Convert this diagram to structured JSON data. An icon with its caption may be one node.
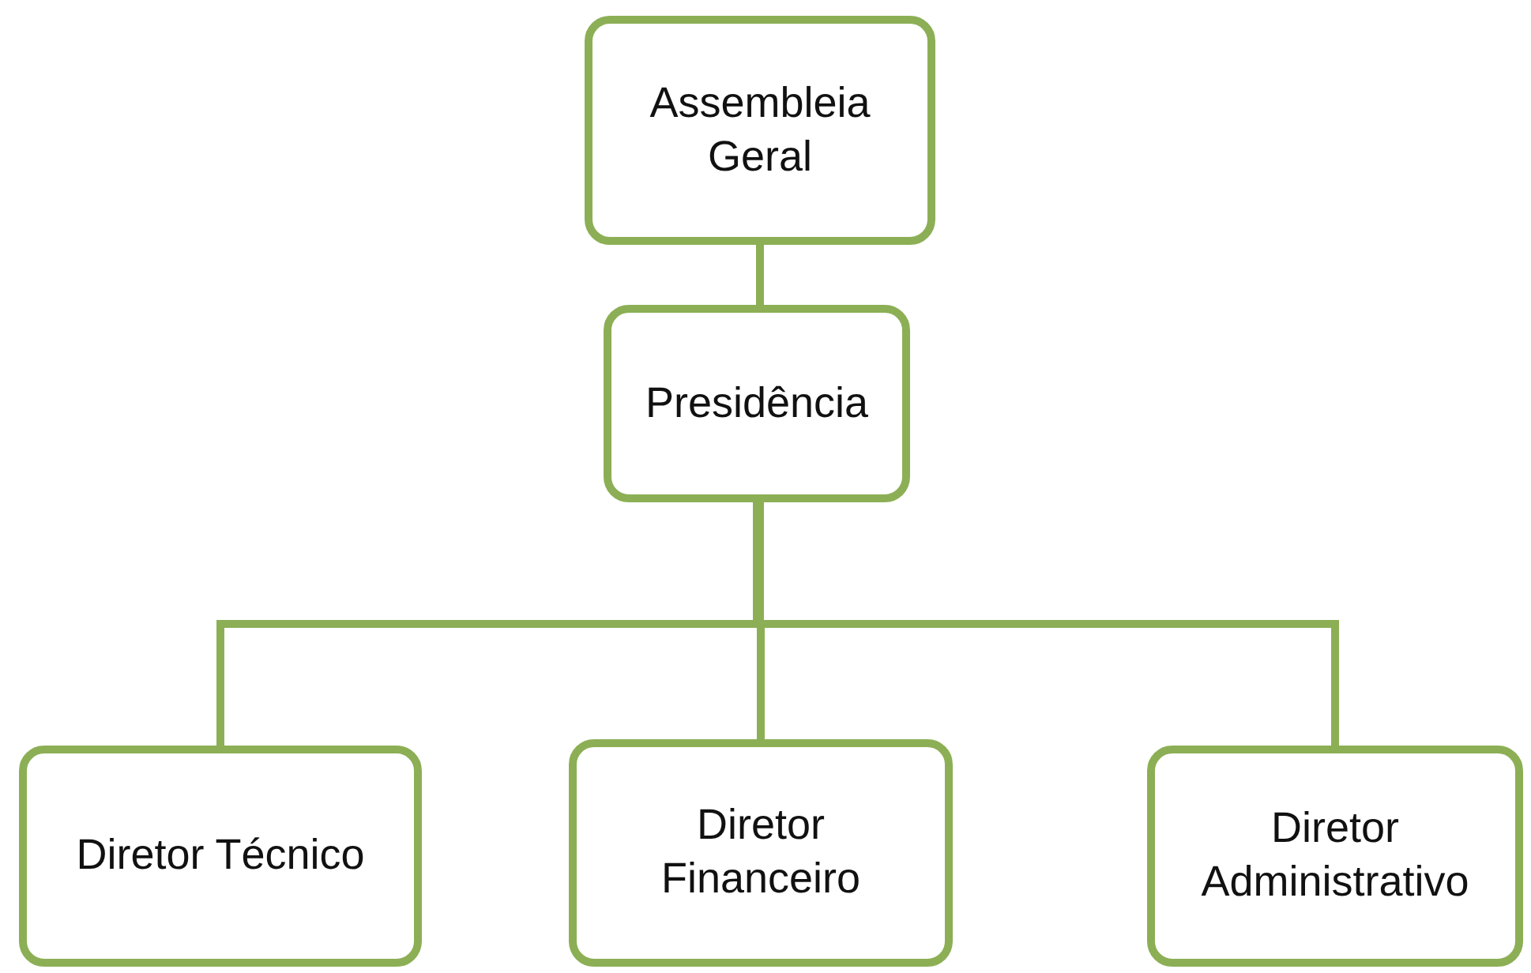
{
  "diagram": {
    "nodes": [
      {
        "text": [
          "Assembleia Geral"
        ]
      },
      {
        "text": [
          "Presidência"
        ]
      },
      {
        "text": [
          "Diretor Técnico"
        ]
      },
      {
        "text": [
          "Diretor Financeiro"
        ]
      },
      {
        "text": [
          "Diretor Administrativo"
        ]
      }
    ],
    "edges": [
      {
        "from": 0,
        "to": 1,
        "arrow": "none"
      },
      {
        "from": 1,
        "to": 2,
        "arrow": "none"
      },
      {
        "from": 1,
        "to": 3,
        "arrow": "none"
      },
      {
        "from": 1,
        "to": 4,
        "arrow": "none"
      }
    ]
  }
}
